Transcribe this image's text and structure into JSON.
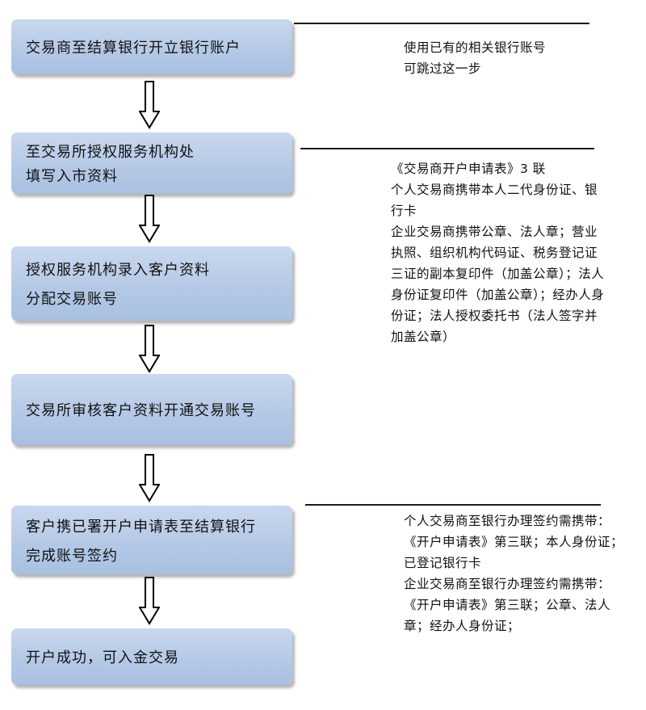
{
  "flow": {
    "steps": [
      {
        "lines": [
          "交易商至结算银行开立银行账户"
        ]
      },
      {
        "lines": [
          "至交易所授权服务机构处",
          "填写入市资料"
        ]
      },
      {
        "lines": [
          "授权服务机构录入客户资料",
          "分配交易账号"
        ]
      },
      {
        "lines": [
          "交易所审核客户资料开通交易账号"
        ]
      },
      {
        "lines": [
          "客户携已署开户申请表至结算银行",
          "完成账号签约"
        ]
      },
      {
        "lines": [
          "开户成功，可入金交易"
        ]
      }
    ]
  },
  "notes": [
    {
      "lines": [
        "使用已有的相关银行账号",
        "可跳过这一步"
      ]
    },
    {
      "lines": [
        "《交易商开户申请表》3 联",
        "个人交易商携带本人二代身份证、银",
        "行卡",
        "企业交易商携带公章、法人章；营业",
        "执照、组织机构代码证、税务登记证",
        "三证的副本复印件（加盖公章）；法人",
        "身份证复印件（加盖公章）；经办人身",
        "份证；法人授权委托书（法人签字并",
        "加盖公章）"
      ]
    },
    {
      "lines": [
        "个人交易商至银行办理签约需携带：",
        "《开户申请表》第三联；本人身份证；",
        "已登记银行卡",
        "企业交易商至银行办理签约需携带：",
        "《开户申请表》第三联；公章、法人",
        "章；经办人身份证；"
      ]
    }
  ]
}
